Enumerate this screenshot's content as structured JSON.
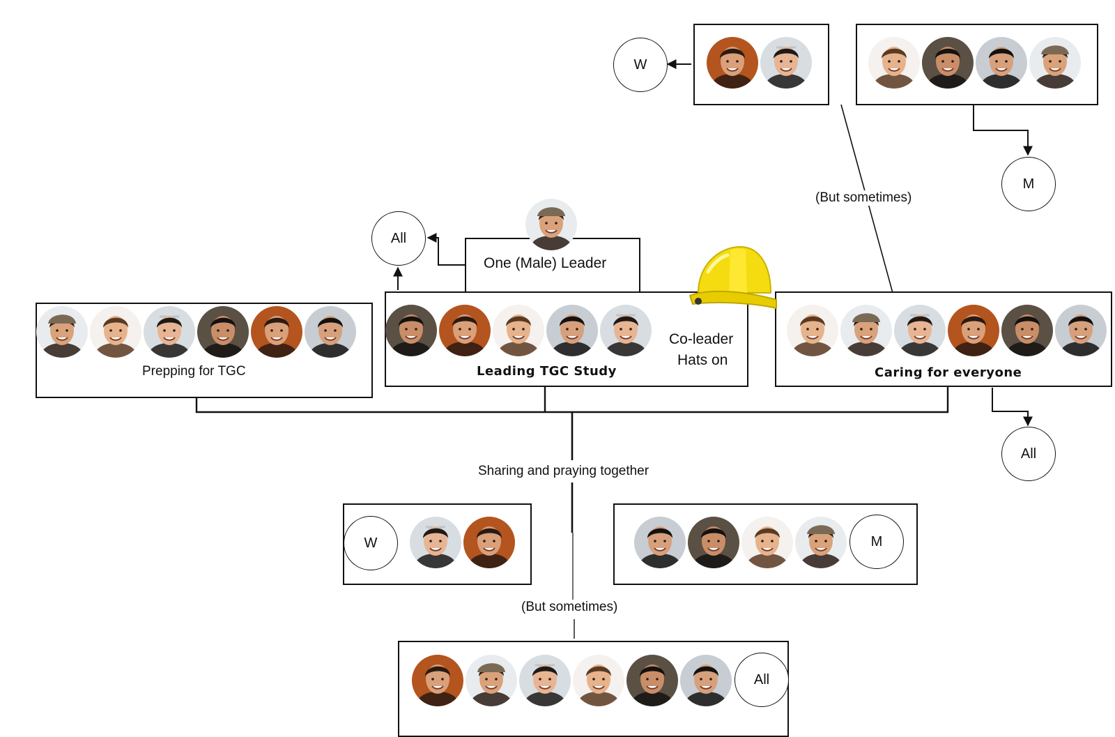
{
  "labels": {
    "prepping": "Prepping for TGC",
    "leading": "Leading TGC Study",
    "caring": "Caring for everyone",
    "coleader_line1": "Co-leader",
    "coleader_line2": "Hats on",
    "one_leader": "One (Male) Leader",
    "sharing": "Sharing and praying together",
    "but_sometimes_top": "(But sometimes)",
    "but_sometimes_bottom": "(But sometimes)"
  },
  "nodes": {
    "w": "W",
    "m": "M",
    "all": "All"
  },
  "people": {
    "p1": {
      "skin": "#d9a27a",
      "hair": "#2a1d15",
      "cap": "#7a6a55",
      "bg": "#e9ecef"
    },
    "p2": {
      "skin": "#e6b38c",
      "hair": "#5a3a22",
      "bg": "#f4f1ee"
    },
    "p3": {
      "skin": "#e7b593",
      "hair": "#1d1a18",
      "glasses": "#bfc4c9",
      "bg": "#d8dde2"
    },
    "p4": {
      "skin": "#c98e68",
      "hair": "#151210",
      "bg": "#5b5044"
    },
    "p5": {
      "skin": "#d9a07a",
      "hair": "#2a1a12",
      "bg": "#b4541e"
    },
    "p6": {
      "skin": "#d7a07c",
      "hair": "#141210",
      "bg": "#c7cdd3"
    }
  }
}
